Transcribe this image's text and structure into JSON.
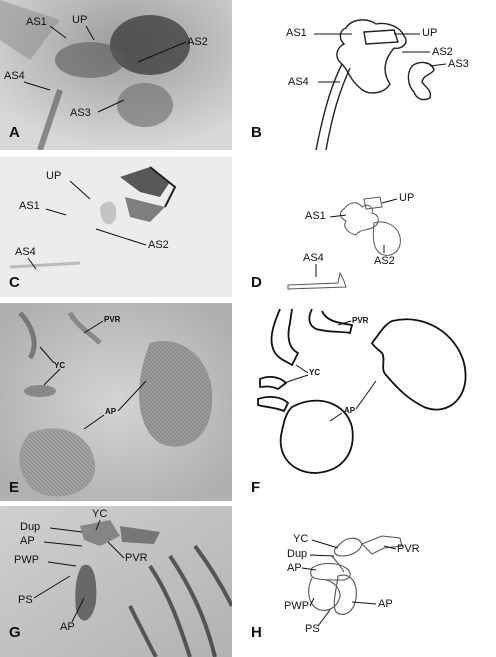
{
  "panels": {
    "A": {
      "letter": "A",
      "labels": {
        "as1": "AS1",
        "up": "UP",
        "as2": "AS2",
        "as4": "AS4",
        "as3": "AS3"
      }
    },
    "B": {
      "letter": "B",
      "labels": {
        "as1": "AS1",
        "up": "UP",
        "as2": "AS2",
        "as3": "AS3",
        "as4": "AS4"
      }
    },
    "C": {
      "letter": "C",
      "labels": {
        "up": "UP",
        "as1": "AS1",
        "as2": "AS2",
        "as4": "AS4"
      }
    },
    "D": {
      "letter": "D",
      "labels": {
        "up": "UP",
        "as1": "AS1",
        "as2": "AS2",
        "as4": "AS4"
      }
    },
    "E": {
      "letter": "E",
      "labels": {
        "pvr": "PVR",
        "yc": "YC",
        "ap": "AP"
      }
    },
    "F": {
      "letter": "F",
      "labels": {
        "pvr": "PVR",
        "yc": "YC",
        "ap": "AP"
      }
    },
    "G": {
      "letter": "G",
      "labels": {
        "yc": "YC",
        "dup": "Dup",
        "ap1": "AP",
        "pvr": "PVR",
        "pwp": "PWP",
        "ps": "PS",
        "ap2": "AP"
      }
    },
    "H": {
      "letter": "H",
      "labels": {
        "yc": "YC",
        "pvr": "PVR",
        "dup": "Dup",
        "ap1": "AP",
        "pwp": "PWP",
        "ap2": "AP",
        "ps": "PS"
      }
    }
  }
}
